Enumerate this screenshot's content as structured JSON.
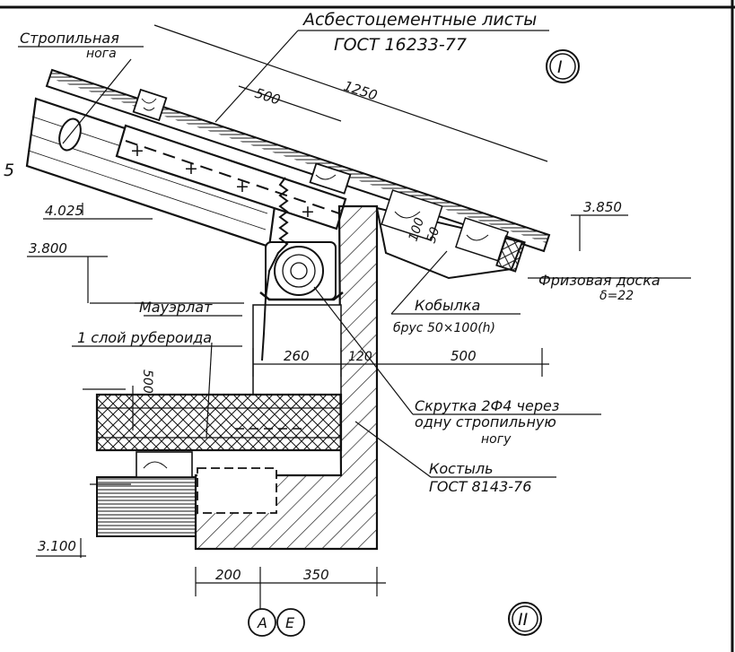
{
  "drawing": {
    "callout_top": "I",
    "callout_bottom": "II",
    "left_edge_mark": "5",
    "labels": {
      "sheets_line1": "Асбестоцементные листы",
      "sheets_line2": "ГОСТ 16233-77",
      "rafter_line1": "Стропильная",
      "rafter_line2": "нога",
      "mauerlat": "Мауэрлат",
      "roofing": "1 слой рубероида",
      "frieze_line1": "Фризовая доска",
      "frieze_line2": "δ=22",
      "kobylka_line1": "Кобылка",
      "kobylka_line2": "брус 50×100(h)",
      "twist_line1": "Скрутка 2Ф4 через",
      "twist_line2": "одну стропильную",
      "twist_line3": "ногу",
      "crutch_line1": "Костыль",
      "crutch_line2": "ГОСТ 8143-76"
    },
    "elevations": {
      "e4025": "4.025",
      "e3800": "3.800",
      "e3850": "3.850",
      "e3100": "3.100"
    },
    "dimensions": {
      "d1250": "1250",
      "d500_top": "500",
      "d100": "100",
      "d50": "50",
      "d260": "260",
      "d120": "120",
      "d500_right": "500",
      "d200": "200",
      "d350": "350",
      "d500_vert": "500"
    },
    "axes": [
      "A",
      "Е"
    ]
  }
}
